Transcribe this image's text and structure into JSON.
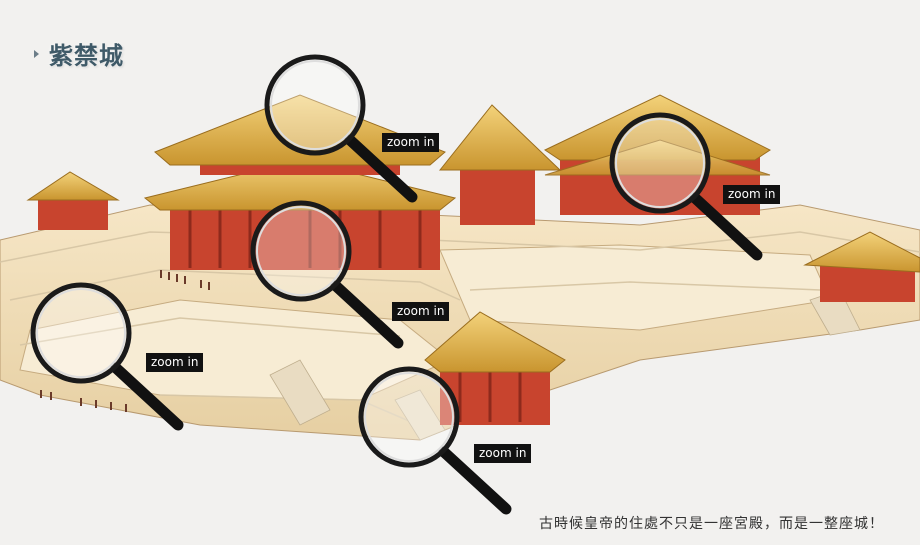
{
  "page": {
    "title": "紫禁城"
  },
  "zoom_label": "zoom in",
  "magnifiers": [
    {
      "id": "roof",
      "label": "zoom in"
    },
    {
      "id": "throne",
      "label": "zoom in"
    },
    {
      "id": "palace-right",
      "label": "zoom in"
    },
    {
      "id": "stairs-left",
      "label": "zoom in"
    },
    {
      "id": "stairs-bottom",
      "label": "zoom in"
    }
  ],
  "caption": "古時候皇帝的住處不只是一座宮殿，而是一整座城！",
  "icons": {
    "bullet": "arrow-right-icon",
    "magnifier": "magnifier-icon"
  },
  "colors": {
    "roof": "#e3b64c",
    "wall": "#c8442e",
    "terrace": "#f0dcb6",
    "label_bg": "#111111"
  }
}
